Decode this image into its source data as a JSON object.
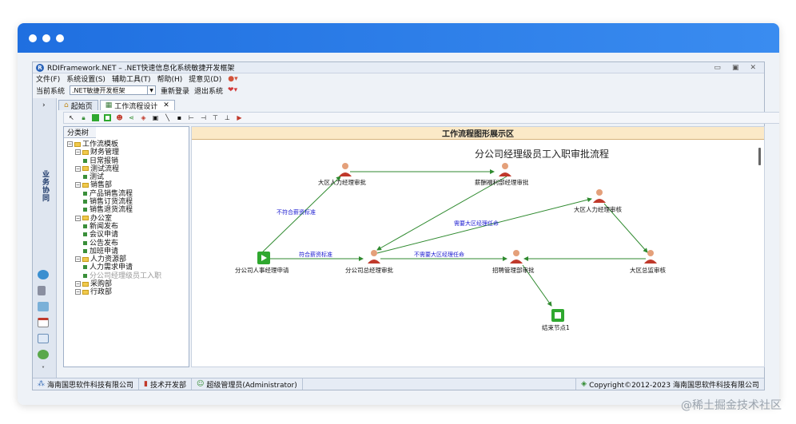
{
  "app": {
    "title": "RDIFramework.NET – .NET快速信息化系统敏捷开发框架",
    "menu": [
      "文件(F)",
      "系统设置(S)",
      "辅助工具(T)",
      "帮助(H)",
      "提意见(D)"
    ],
    "current_system_label": "当前系统",
    "current_system_value": ".NET敏捷开发框架",
    "relogin": "重新登录",
    "logout": "退出系统",
    "side_label": "业务协同"
  },
  "tabs": [
    {
      "label": "起始页"
    },
    {
      "label": "工作流程设计"
    }
  ],
  "tree": {
    "header": "分类树",
    "items": [
      {
        "label": "工作流模板",
        "level": 0,
        "kind": "folder"
      },
      {
        "label": "财务管理",
        "level": 1,
        "kind": "folder"
      },
      {
        "label": "日常报销",
        "level": 2,
        "kind": "leaf"
      },
      {
        "label": "测试流程",
        "level": 1,
        "kind": "folder"
      },
      {
        "label": "测试",
        "level": 2,
        "kind": "leaf"
      },
      {
        "label": "销售部",
        "level": 1,
        "kind": "folder"
      },
      {
        "label": "产品销售流程",
        "level": 2,
        "kind": "leaf"
      },
      {
        "label": "销售订货流程",
        "level": 2,
        "kind": "leaf"
      },
      {
        "label": "销售退货流程",
        "level": 2,
        "kind": "leaf"
      },
      {
        "label": "办公室",
        "level": 1,
        "kind": "folder"
      },
      {
        "label": "新闻发布",
        "level": 2,
        "kind": "leaf"
      },
      {
        "label": "会议申请",
        "level": 2,
        "kind": "leaf"
      },
      {
        "label": "公告发布",
        "level": 2,
        "kind": "leaf"
      },
      {
        "label": "加班申请",
        "level": 2,
        "kind": "leaf"
      },
      {
        "label": "人力资源部",
        "level": 1,
        "kind": "folder"
      },
      {
        "label": "人力需求申请",
        "level": 2,
        "kind": "leaf"
      },
      {
        "label": "分公司经理级员工入职",
        "level": 2,
        "kind": "leaf",
        "dim": true
      },
      {
        "label": "采购部",
        "level": 1,
        "kind": "folder"
      },
      {
        "label": "行政部",
        "level": 1,
        "kind": "folder"
      }
    ]
  },
  "canvas": {
    "header": "工作流程图形展示区",
    "flow_title": "分公司经理级员工入职审批流程",
    "nodes": {
      "start": "分公司人事经理申请",
      "regional_hr": "大区人力经理审批",
      "salary": "薪酬福利部经理审批",
      "gm": "分公司总经理审批",
      "recruit": "招聘管理部审批",
      "regional_hr_review": "大区人力经理审核",
      "regional_director": "大区总监审核",
      "end": "结束节点1"
    },
    "edges": {
      "not_meet_salary": "不符合薪资标准",
      "meet_salary": "符合薪资标准",
      "need_regional": "需要大区经理任命",
      "no_need_regional": "不需要大区经理任命"
    }
  },
  "status": {
    "company": "海南国思软件科技有限公司",
    "dept": "技术开发部",
    "user": "超级管理员(Administrator)",
    "copyright": "Copyright©2012-2023 海南国思软件科技有限公司"
  },
  "watermark": "@稀土掘金技术社区"
}
